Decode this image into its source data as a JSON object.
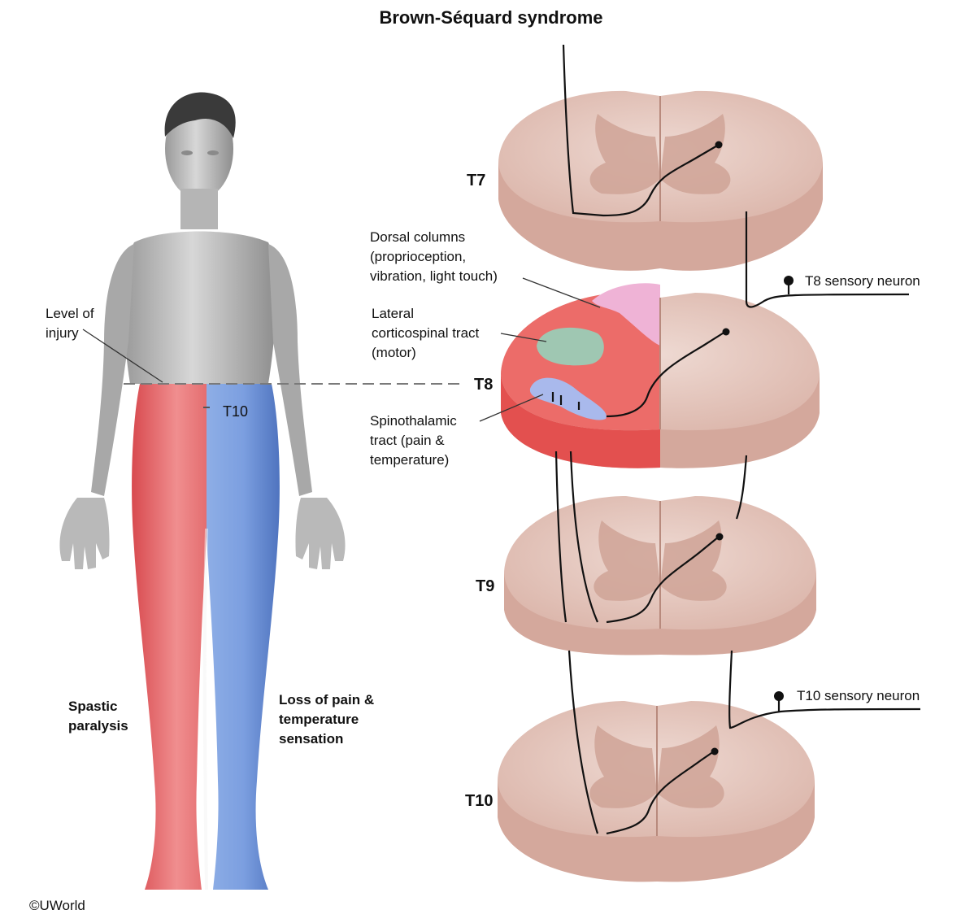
{
  "title": "Brown-Séquard syndrome",
  "segments": {
    "t7": "T7",
    "t8": "T8",
    "t9": "T9",
    "t10": "T10"
  },
  "body_labels": {
    "level_of_injury": "Level of\ninjury",
    "dermatome": "T10",
    "spastic_paralysis": "Spastic\nparalysis",
    "loss_pain_temp": "Loss of pain &\ntemperature\nsensation"
  },
  "tract_labels": {
    "dorsal_columns": "Dorsal columns\n(proprioception,\nvibration, light touch)",
    "lateral_corticospinal": "Lateral\ncorticospinal tract\n(motor)",
    "spinothalamic": "Spinothalamic\ntract (pain &\ntemperature)"
  },
  "neurons": {
    "t8": "T8 sensory neuron",
    "t10": "T10 sensory neuron"
  },
  "copyright": "©UWorld",
  "colors": {
    "paralysis_red": "#e8696b",
    "sensory_loss_blue": "#6e93d6",
    "cord_tissue": "#e7cbc2",
    "lesion_red": "#e9615f",
    "dorsal_column_pink": "#efb3d6",
    "corticospinal_green": "#9fc7b2",
    "spinothalamic_blue": "#a9b9ec"
  }
}
